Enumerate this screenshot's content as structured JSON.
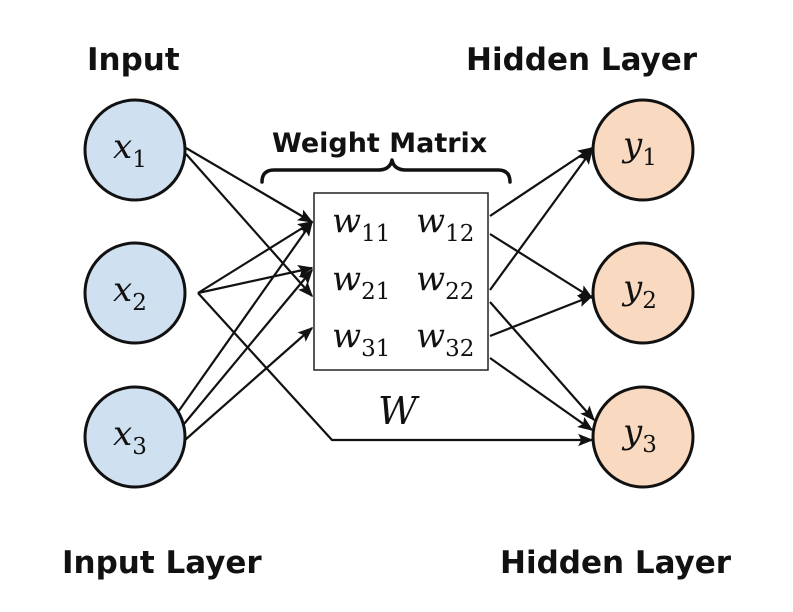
{
  "labels": {
    "input_top": "Input",
    "hidden_top": "Hidden Layer",
    "input_bottom": "Input Layer",
    "hidden_bottom": "Hidden Layer",
    "weight_matrix": "Weight Matrix",
    "matrix_symbol": "W"
  },
  "colors": {
    "input_node_fill": "#cfe0f0",
    "output_node_fill": "#f9d9bf",
    "stroke": "#111111"
  },
  "input_nodes": [
    {
      "var": "x",
      "sub": "1"
    },
    {
      "var": "x",
      "sub": "2"
    },
    {
      "var": "x",
      "sub": "3"
    }
  ],
  "output_nodes": [
    {
      "var": "y",
      "sub": "1"
    },
    {
      "var": "y",
      "sub": "2"
    },
    {
      "var": "y",
      "sub": "3"
    }
  ],
  "matrix_entries": [
    [
      {
        "var": "w",
        "sub": "11"
      },
      {
        "var": "w",
        "sub": "12"
      }
    ],
    [
      {
        "var": "w",
        "sub": "21"
      },
      {
        "var": "w",
        "sub": "22"
      }
    ],
    [
      {
        "var": "w",
        "sub": "31"
      },
      {
        "var": "w",
        "sub": "32"
      }
    ]
  ],
  "edges": {
    "input_to_matrix": [
      {
        "from": "x1",
        "to": "matrix"
      },
      {
        "from": "x1",
        "to": "matrix"
      },
      {
        "from": "x2",
        "to": "matrix"
      },
      {
        "from": "x2",
        "to": "matrix"
      },
      {
        "from": "x3",
        "to": "matrix"
      },
      {
        "from": "x3",
        "to": "matrix"
      },
      {
        "from": "x3",
        "to": "matrix"
      }
    ],
    "matrix_to_output": [
      {
        "from": "matrix",
        "to": "y1"
      },
      {
        "from": "matrix",
        "to": "y2"
      },
      {
        "from": "matrix",
        "to": "y1"
      },
      {
        "from": "matrix",
        "to": "y3"
      },
      {
        "from": "matrix",
        "to": "y2"
      },
      {
        "from": "matrix",
        "to": "y3"
      }
    ],
    "bypass": [
      {
        "from": "x2",
        "to": "y3"
      }
    ]
  }
}
